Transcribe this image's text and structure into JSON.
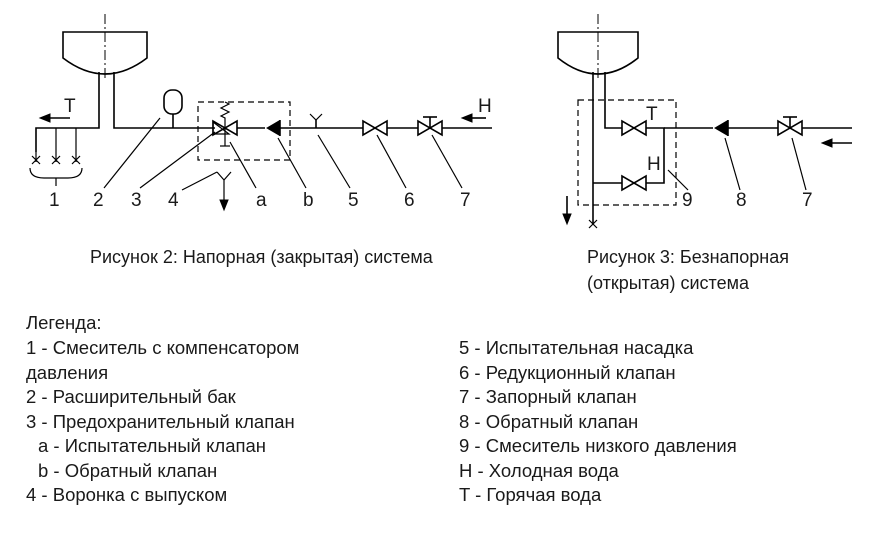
{
  "figure2": {
    "caption": "Рисунок 2: Напорная (закрытая) система",
    "labels": [
      "1",
      "2",
      "3",
      "4",
      "a",
      "b",
      "5",
      "6",
      "7"
    ],
    "hot_label": "T",
    "cold_label": "H"
  },
  "figure3": {
    "caption_line1": "Рисунок 3: Безнапорная",
    "caption_line2": "(открытая) система",
    "labels": [
      "9",
      "8",
      "7"
    ],
    "hot_label": "T",
    "cold_label": "H"
  },
  "legend": {
    "title": "Легенда:",
    "left": [
      {
        "text": "1 - Смеситель с компенсатором",
        "indent": false
      },
      {
        "text": "давления",
        "indent": false
      },
      {
        "text": "2 - Расширительный бак",
        "indent": false
      },
      {
        "text": "3 - Предохранительный клапан",
        "indent": false
      },
      {
        "text": "a - Испытательный клапан",
        "indent": true
      },
      {
        "text": "b - Обратный клапан",
        "indent": true
      },
      {
        "text": "4 - Воронка с выпуском",
        "indent": false
      }
    ],
    "right": [
      "5 - Испытательная насадка",
      "6 - Редукционный клапан",
      "7 - Запорный клапан",
      "8 - Обратный клапан",
      "9 - Смеситель низкого давления",
      "H - Холодная вода",
      "T - Горячая вода"
    ]
  }
}
